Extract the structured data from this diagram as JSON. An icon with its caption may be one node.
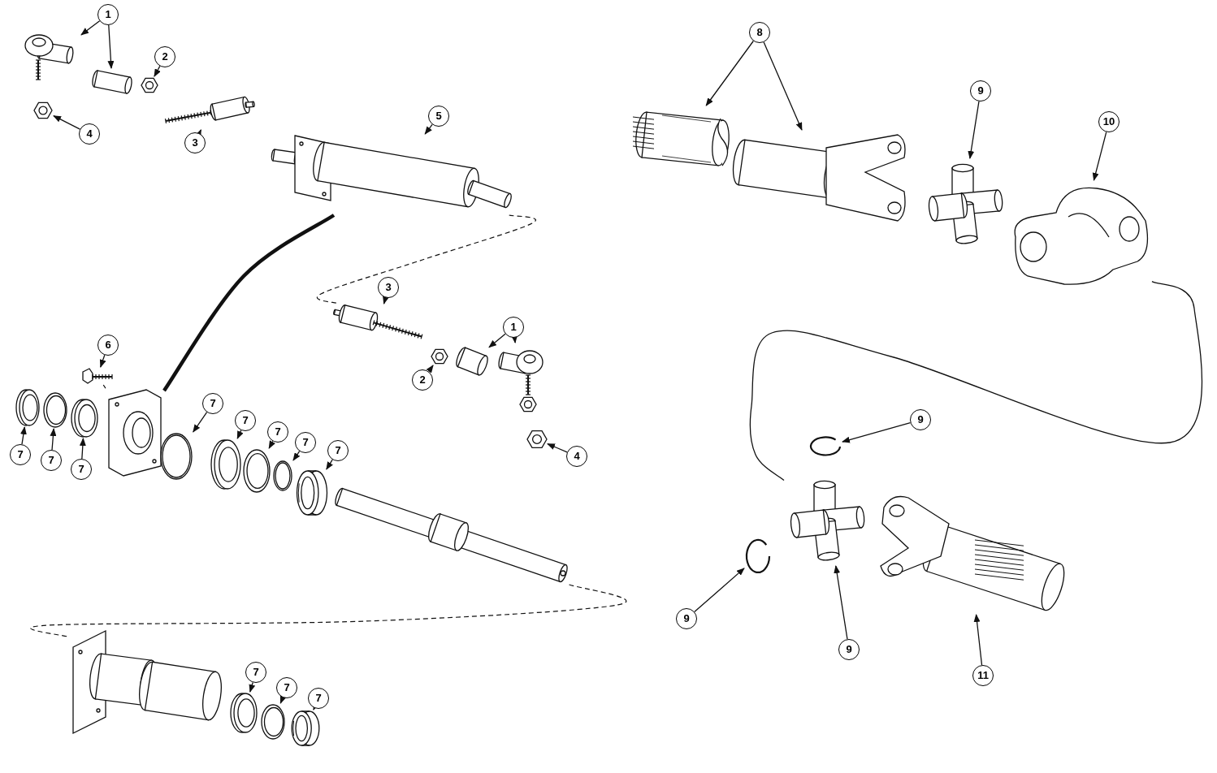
{
  "diagram": {
    "nodes": [
      {
        "text": [
          "1"
        ]
      },
      {
        "text": [],
        "shape": "picture"
      },
      {
        "text": [],
        "shape": "picture"
      },
      {
        "text": [
          "2"
        ]
      },
      {
        "text": [],
        "shape": "picture"
      },
      {
        "text": [
          "4"
        ]
      },
      {
        "text": [],
        "shape": "picture"
      },
      {
        "text": [
          "3"
        ]
      },
      {
        "text": [],
        "shape": "picture"
      },
      {
        "text": [
          "5"
        ]
      },
      {
        "text": [],
        "shape": "picture"
      },
      {
        "text": [
          "3"
        ]
      },
      {
        "text": [],
        "shape": "picture"
      },
      {
        "text": [
          "1"
        ]
      },
      {
        "text": [],
        "shape": "picture"
      },
      {
        "text": [],
        "shape": "picture"
      },
      {
        "text": [
          "2"
        ]
      },
      {
        "text": [],
        "shape": "picture"
      },
      {
        "text": [
          "4"
        ]
      },
      {
        "text": [],
        "shape": "picture"
      },
      {
        "text": [
          "6"
        ]
      },
      {
        "text": [],
        "shape": "picture"
      },
      {
        "text": [],
        "shape": "picture"
      },
      {
        "text": [],
        "shape": "picture"
      },
      {
        "text": [],
        "shape": "picture"
      },
      {
        "text": [],
        "shape": "picture"
      },
      {
        "text": [
          "7"
        ]
      },
      {
        "text": [
          "7"
        ]
      },
      {
        "text": [
          "7"
        ]
      },
      {
        "text": [],
        "shape": "picture"
      },
      {
        "text": [
          "7"
        ]
      },
      {
        "text": [],
        "shape": "picture"
      },
      {
        "text": [
          "7"
        ]
      },
      {
        "text": [],
        "shape": "picture"
      },
      {
        "text": [
          "7"
        ]
      },
      {
        "text": [],
        "shape": "picture"
      },
      {
        "text": [
          "7"
        ]
      },
      {
        "text": [],
        "shape": "picture"
      },
      {
        "text": [
          "7"
        ]
      },
      {
        "text": [],
        "shape": "picture"
      },
      {
        "text": [],
        "shape": "picture"
      },
      {
        "text": [
          "7"
        ]
      },
      {
        "text": [],
        "shape": "picture"
      },
      {
        "text": [
          "7"
        ]
      },
      {
        "text": [],
        "shape": "picture"
      },
      {
        "text": [
          "7"
        ]
      },
      {
        "text": [],
        "shape": "picture"
      },
      {
        "text": [
          "8"
        ]
      },
      {
        "text": [],
        "shape": "picture"
      },
      {
        "text": [],
        "shape": "picture"
      },
      {
        "text": [
          "9"
        ]
      },
      {
        "text": [],
        "shape": "picture"
      },
      {
        "text": [
          "10"
        ]
      },
      {
        "text": [],
        "shape": "picture"
      },
      {
        "text": [
          "9"
        ]
      },
      {
        "text": [],
        "shape": "picture"
      },
      {
        "text": [
          "9"
        ]
      },
      {
        "text": [],
        "shape": "picture"
      },
      {
        "text": [],
        "shape": "picture"
      },
      {
        "text": [
          "9"
        ]
      },
      {
        "text": [],
        "shape": "picture"
      },
      {
        "text": [
          "11"
        ]
      }
    ],
    "edges": [
      {
        "from": 0,
        "to": 1,
        "arrow": "to"
      },
      {
        "from": 0,
        "to": 2,
        "arrow": "to"
      },
      {
        "from": 3,
        "to": 4,
        "arrow": "to"
      },
      {
        "from": 5,
        "to": 6,
        "arrow": "to"
      },
      {
        "from": 7,
        "to": 8,
        "arrow": "to"
      },
      {
        "from": 9,
        "to": 10,
        "arrow": "to"
      },
      {
        "from": 11,
        "to": 12,
        "arrow": "to"
      },
      {
        "from": 13,
        "to": 14,
        "arrow": "to"
      },
      {
        "from": 13,
        "to": 15,
        "arrow": "to"
      },
      {
        "from": 16,
        "to": 17,
        "arrow": "to"
      },
      {
        "from": 18,
        "to": 19,
        "arrow": "to"
      },
      {
        "from": 20,
        "to": 21,
        "arrow": "to"
      },
      {
        "from": 26,
        "to": 23,
        "arrow": "to"
      },
      {
        "from": 27,
        "to": 24,
        "arrow": "to"
      },
      {
        "from": 28,
        "to": 25,
        "arrow": "to"
      },
      {
        "from": 30,
        "to": 29,
        "arrow": "to"
      },
      {
        "from": 32,
        "to": 31,
        "arrow": "to"
      },
      {
        "from": 34,
        "to": 33,
        "arrow": "to"
      },
      {
        "from": 36,
        "to": 35,
        "arrow": "to"
      },
      {
        "from": 38,
        "to": 37,
        "arrow": "to"
      },
      {
        "from": 41,
        "to": 42,
        "arrow": "to"
      },
      {
        "from": 43,
        "to": 44,
        "arrow": "to"
      },
      {
        "from": 45,
        "to": 46,
        "arrow": "to"
      },
      {
        "from": 47,
        "to": 48,
        "arrow": "to"
      },
      {
        "from": 47,
        "to": 49,
        "arrow": "to"
      },
      {
        "from": 50,
        "to": 51,
        "arrow": "to"
      },
      {
        "from": 52,
        "to": 53,
        "arrow": "to"
      },
      {
        "from": 54,
        "to": 55,
        "arrow": "to"
      },
      {
        "from": 56,
        "to": 57,
        "arrow": "to"
      },
      {
        "from": 59,
        "to": 58,
        "arrow": "to"
      },
      {
        "from": 61,
        "to": 60,
        "arrow": "to"
      },
      {
        "from": 10,
        "to": 12,
        "arrow": "none",
        "style": "dashed"
      },
      {
        "from": 21,
        "to": 22,
        "arrow": "none",
        "style": "dashed"
      },
      {
        "from": 39,
        "to": 40,
        "arrow": "none",
        "style": "dashed"
      },
      {
        "from": 10,
        "to": 22,
        "arrow": "none",
        "style": "thick"
      },
      {
        "from": 53,
        "to": 58,
        "arrow": "none"
      }
    ]
  }
}
